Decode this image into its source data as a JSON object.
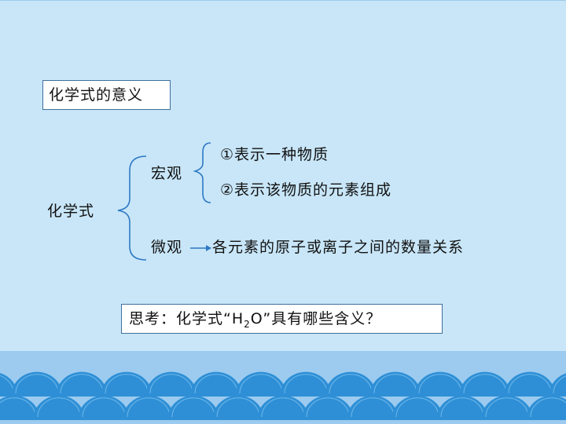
{
  "title_box": {
    "label": "化学式的意义"
  },
  "root": {
    "label": "化学式"
  },
  "macro": {
    "label": "宏观",
    "items": [
      "①表示一种物质",
      "②表示该物质的元素组成"
    ]
  },
  "micro": {
    "label": "微观",
    "description": "各元素的原子或离子之间的数量关系"
  },
  "question": {
    "prefix": "思考：化学式“H",
    "subscript": "2",
    "suffix": "O”具有哪些含义？"
  },
  "colors": {
    "background": "#c8e6f8",
    "band": "#9ccbef",
    "waves": "#2e8fd6",
    "bracket": "#2e78c4"
  }
}
